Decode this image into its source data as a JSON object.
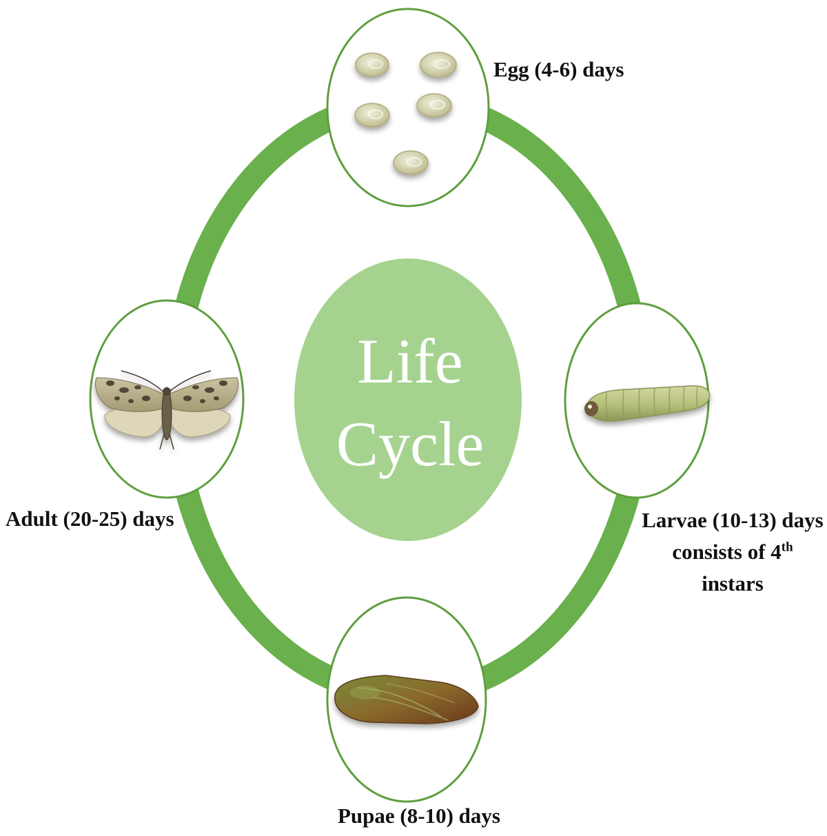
{
  "center": {
    "line1": "Life",
    "line2": "Cycle"
  },
  "stages": {
    "egg": {
      "label": "Egg (4-6) days"
    },
    "larvae": {
      "line1": "Larvae (10-13) days",
      "line2_main": "consists of 4",
      "line2_sup": "th",
      "line3": "instars"
    },
    "pupae": {
      "label": "Pupae (8-10) days"
    },
    "adult": {
      "label": "Adult (20-25) days"
    }
  },
  "colors": {
    "ring": "#6ab04c",
    "circle_border": "#5e9e3e",
    "center_fill": "#a5d38f",
    "center_text": "#ffffff"
  }
}
